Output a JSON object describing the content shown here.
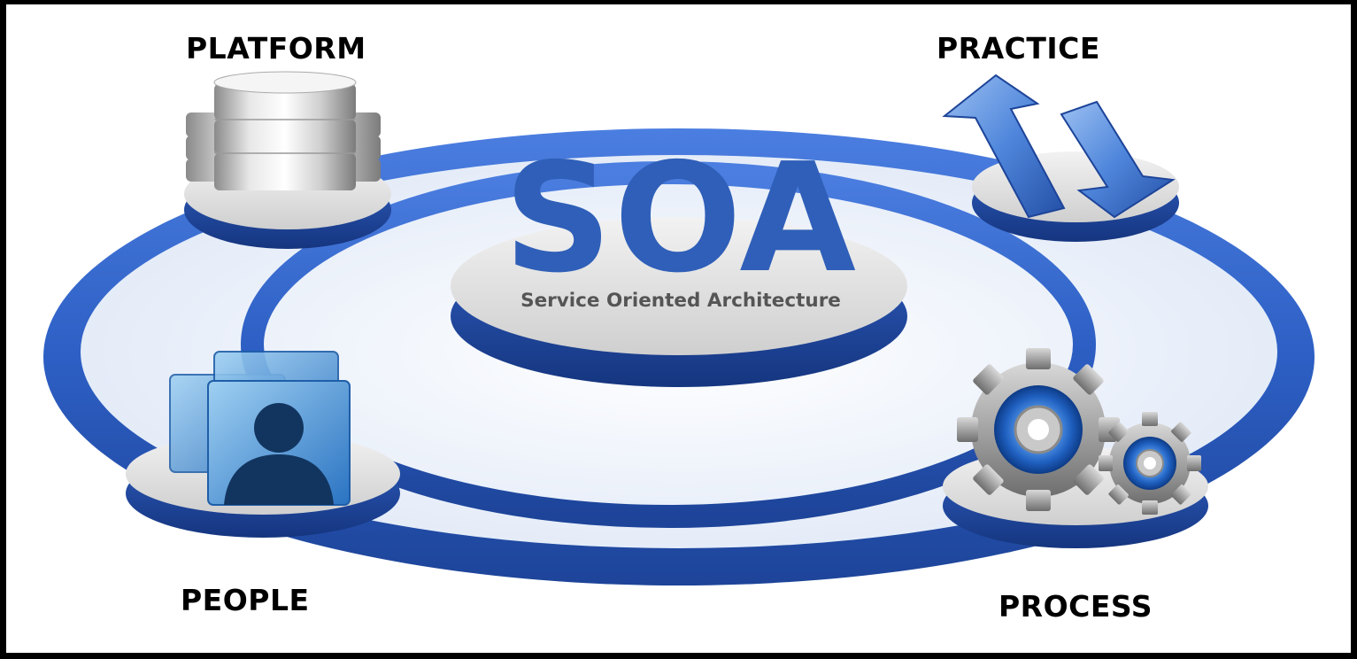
{
  "title": "SOA",
  "subtitle": "Service Oriented Architecture",
  "nodes": [
    {
      "label": "PLATFORM",
      "icon": "database-icon"
    },
    {
      "label": "PRACTICE",
      "icon": "exchange-arrows-icon"
    },
    {
      "label": "PEOPLE",
      "icon": "people-icon"
    },
    {
      "label": "PROCESS",
      "icon": "gears-icon"
    }
  ],
  "colors": {
    "ring": "#2f63c6",
    "ring_dark": "#1f49a3",
    "title": "#2f5fb8",
    "disc": "#e6e6e6",
    "disc_rim": "#1d3f93"
  }
}
